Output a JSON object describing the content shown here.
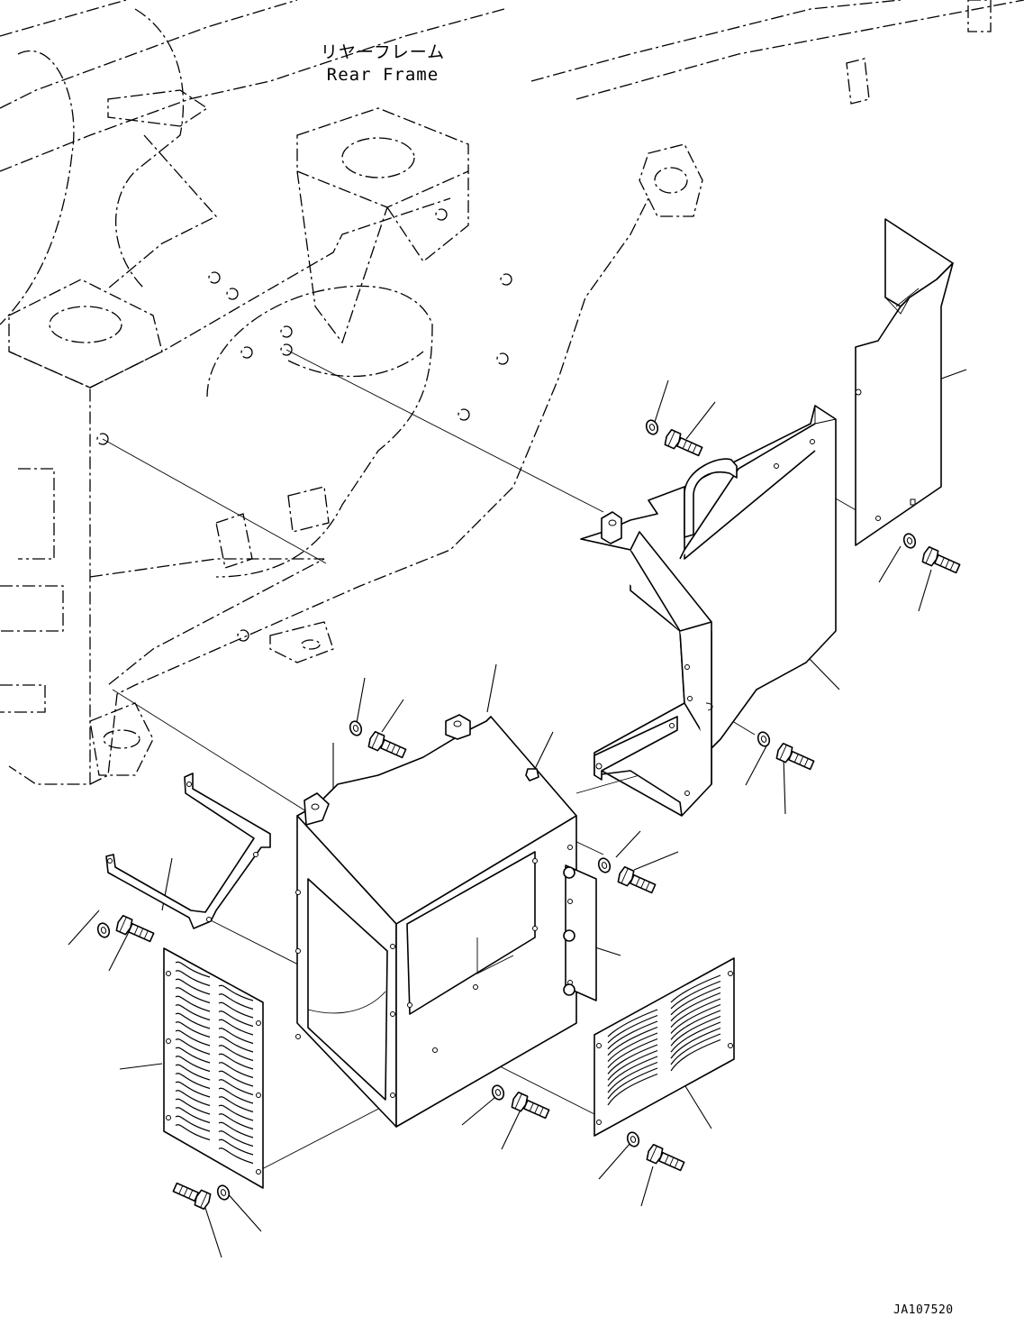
{
  "frame_label": {
    "japanese": "リヤーフレーム",
    "english": "Rear Frame"
  },
  "drawing_id": "JA107520"
}
